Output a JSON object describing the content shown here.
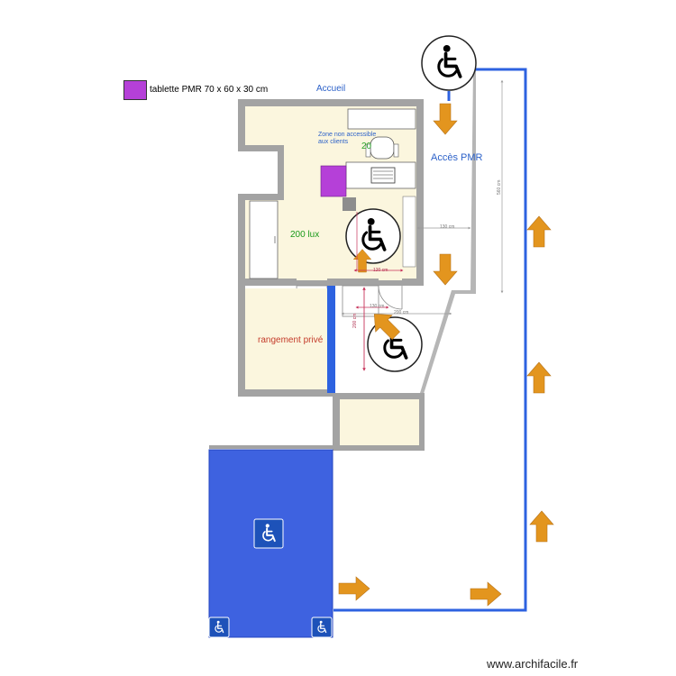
{
  "legend": {
    "label": "tablette PMR 70 x 60 x 30 cm",
    "swatch_color": "#b540d8"
  },
  "labels": {
    "accueil": "Accueil",
    "zone_line1": "Zone non accessible",
    "zone_line2": "aux clients",
    "lux_partial": "20",
    "lux_main": "200 lux",
    "acces_pmr": "Accès PMR",
    "rangement": "rangement privé"
  },
  "dimensions": {
    "d130_right": "130 cm",
    "d120": "120 cm",
    "d130_mid": "130 cm",
    "d200_h": "200 cm",
    "d200_v": "200 cm",
    "d560": "560 cm"
  },
  "watermark": "www.archifacile.fr",
  "colors": {
    "wall": "#a3a3a3",
    "floor": "#fbf6de",
    "path": "#2d62e0",
    "parking": "#3e62e0",
    "arrow": "#e3951e",
    "dimension_red": "#c7325a",
    "dimension_grey": "#9a9a9a"
  },
  "icons": [
    "wheelchair-icon",
    "arrow-up-icon",
    "arrow-down-icon",
    "arrow-right-icon"
  ]
}
